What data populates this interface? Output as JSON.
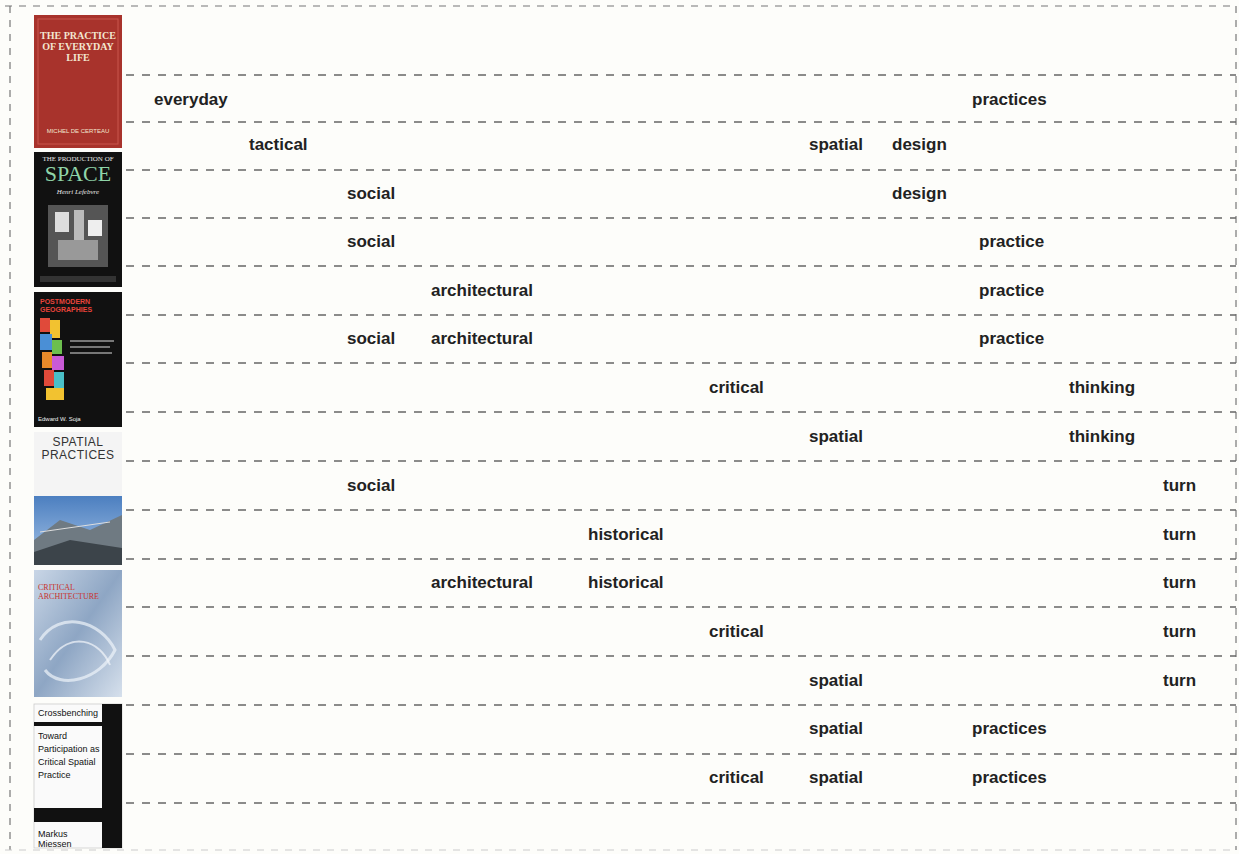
{
  "diagram": {
    "labels": [
      "everyday",
      "practices",
      "tactical",
      "spatial",
      "design",
      "social",
      "design",
      "social",
      "practice",
      "architectural",
      "practice",
      "social",
      "architectural",
      "practice",
      "critical",
      "thinking",
      "spatial",
      "thinking",
      "social",
      "turn",
      "historical",
      "turn",
      "architectural",
      "historical",
      "turn",
      "critical",
      "turn",
      "spatial",
      "turn",
      "spatial",
      "practices",
      "critical",
      "spatial",
      "practices",
      "THE PRACTICE OF EVERYDAY LIFE",
      "MICHEL DE CERTEAU",
      "THE PRODUCTION OF",
      "SPACE",
      "Henri Lefebvre",
      "POSTMODERN GEOGRAPHIES",
      "Edward W. Soja",
      "SPATIAL PRACTICES",
      "CRITICAL ARCHITECTURE",
      "Crossbenching",
      "Toward Participation as Critical Spatial Practice",
      "Markus Miessen"
    ]
  }
}
